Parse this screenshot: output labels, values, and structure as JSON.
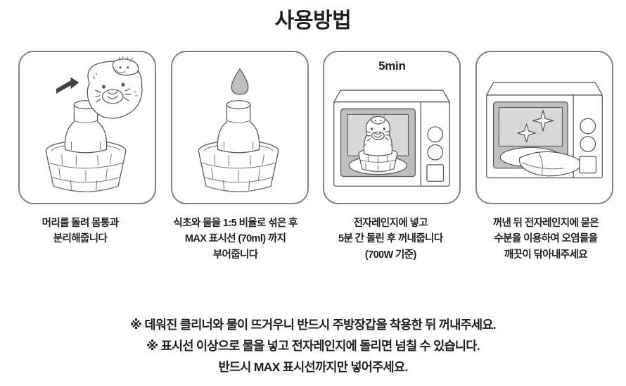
{
  "header": {
    "title": "사용방법"
  },
  "steps": [
    {
      "id": "step-1",
      "illustration": "character-head-twist-off-body-in-wooden-tub",
      "badge": "",
      "caption_lines": [
        "머리를 돌려 몸통과",
        "분리해줍니다"
      ]
    },
    {
      "id": "step-2",
      "illustration": "water-droplet-pouring-into-body",
      "badge": "",
      "caption_lines": [
        "식초와 물을 1:5 비율로 섞은 후",
        "MAX 표시선 (70ml) 까지",
        "부어줍니다"
      ]
    },
    {
      "id": "step-3",
      "illustration": "character-inside-microwave",
      "badge": "5min",
      "caption_lines": [
        "전자레인지에 넣고",
        "5분 간 돌린 후 꺼내줍니다",
        "(700W 기준)"
      ]
    },
    {
      "id": "step-4",
      "illustration": "clean-microwave-with-sparkles-and-cloth",
      "badge": "",
      "caption_lines": [
        "꺼낸 뒤 전자레인지에 묻은",
        "수분을 이용하여 오염물을",
        "깨끗이 닦아내주세요"
      ]
    }
  ],
  "notes": [
    "※ 데워진 클리너와 물이 뜨거우니 반드시 주방장갑을 착용한 뒤 꺼내주세요.",
    "※ 표시선 이상으로 물을 넣고 전자레인지에 돌리면 넘칠 수 있습니다.",
    "반드시 MAX 표시선까지만 넣어주세요."
  ],
  "colors": {
    "text": "#231f20",
    "panel_border": "#808285",
    "line_art": "#58595b",
    "fill_gray": "#bcbec0",
    "background": "#ffffff"
  }
}
